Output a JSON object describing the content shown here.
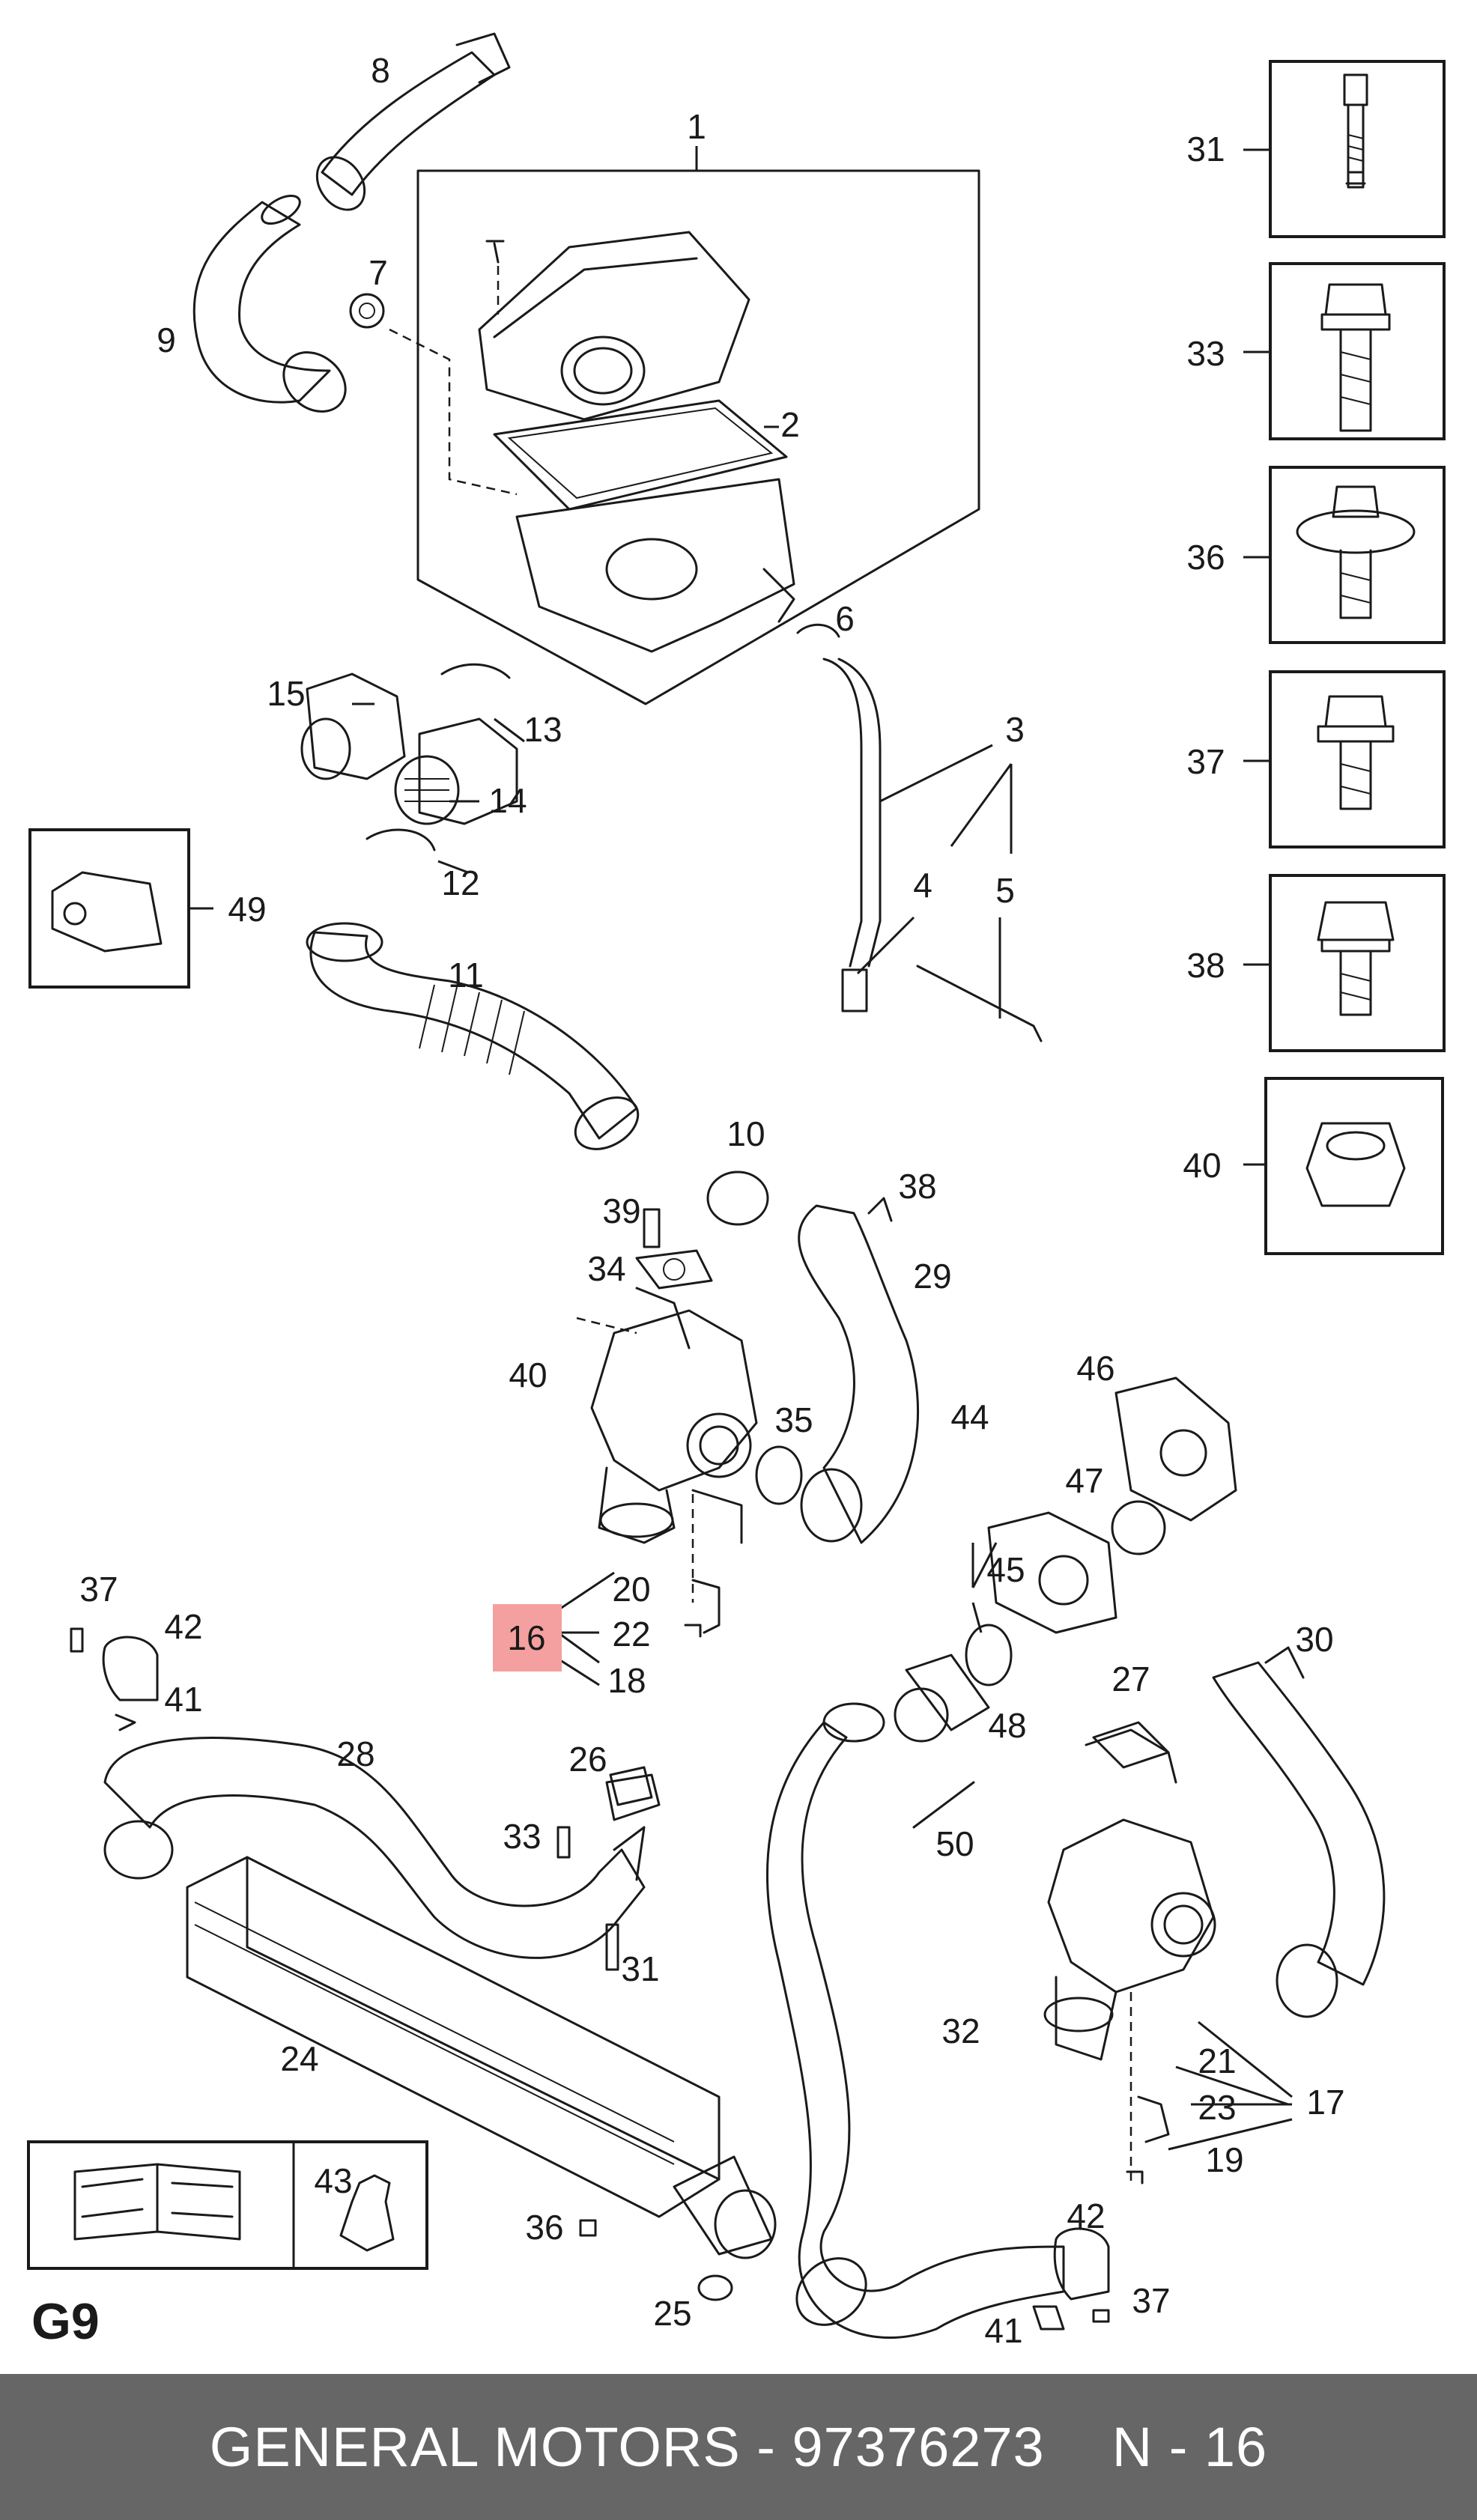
{
  "diagram": {
    "page_code": "G9",
    "highlight_color": "#f4a0a0",
    "highlighted_callout": "16",
    "callouts": {
      "c1": "1",
      "c2": "2",
      "c3": "3",
      "c4": "4",
      "c5": "5",
      "c6": "6",
      "c7": "7",
      "c8": "8",
      "c9": "9",
      "c10": "10",
      "c11": "11",
      "c12": "12",
      "c13": "13",
      "c14": "14",
      "c15": "15",
      "c16": "16",
      "c17": "17",
      "c18": "18",
      "c19": "19",
      "c20": "20",
      "c21": "21",
      "c22": "22",
      "c23": "23",
      "c24": "24",
      "c25": "25",
      "c26": "26",
      "c27": "27",
      "c28": "28",
      "c29": "29",
      "c30": "30",
      "c31a": "31",
      "c31b": "31",
      "c32": "32",
      "c33a": "33",
      "c33b": "33",
      "c34": "34",
      "c35": "35",
      "c36a": "36",
      "c36b": "36",
      "c37a": "37",
      "c37b": "37",
      "c37c": "37",
      "c38a": "38",
      "c38b": "38",
      "c39": "39",
      "c40a": "40",
      "c40b": "40",
      "c41a": "41",
      "c41b": "41",
      "c42a": "42",
      "c42b": "42",
      "c43": "43",
      "c44": "44",
      "c45": "45",
      "c46": "46",
      "c47": "47",
      "c48": "48",
      "c49": "49",
      "c50": "50"
    }
  },
  "footer": {
    "brand": "GENERAL MOTORS",
    "separator": "-",
    "part_number": "97376273",
    "page_ref": "N - 16",
    "background": "#666666"
  }
}
